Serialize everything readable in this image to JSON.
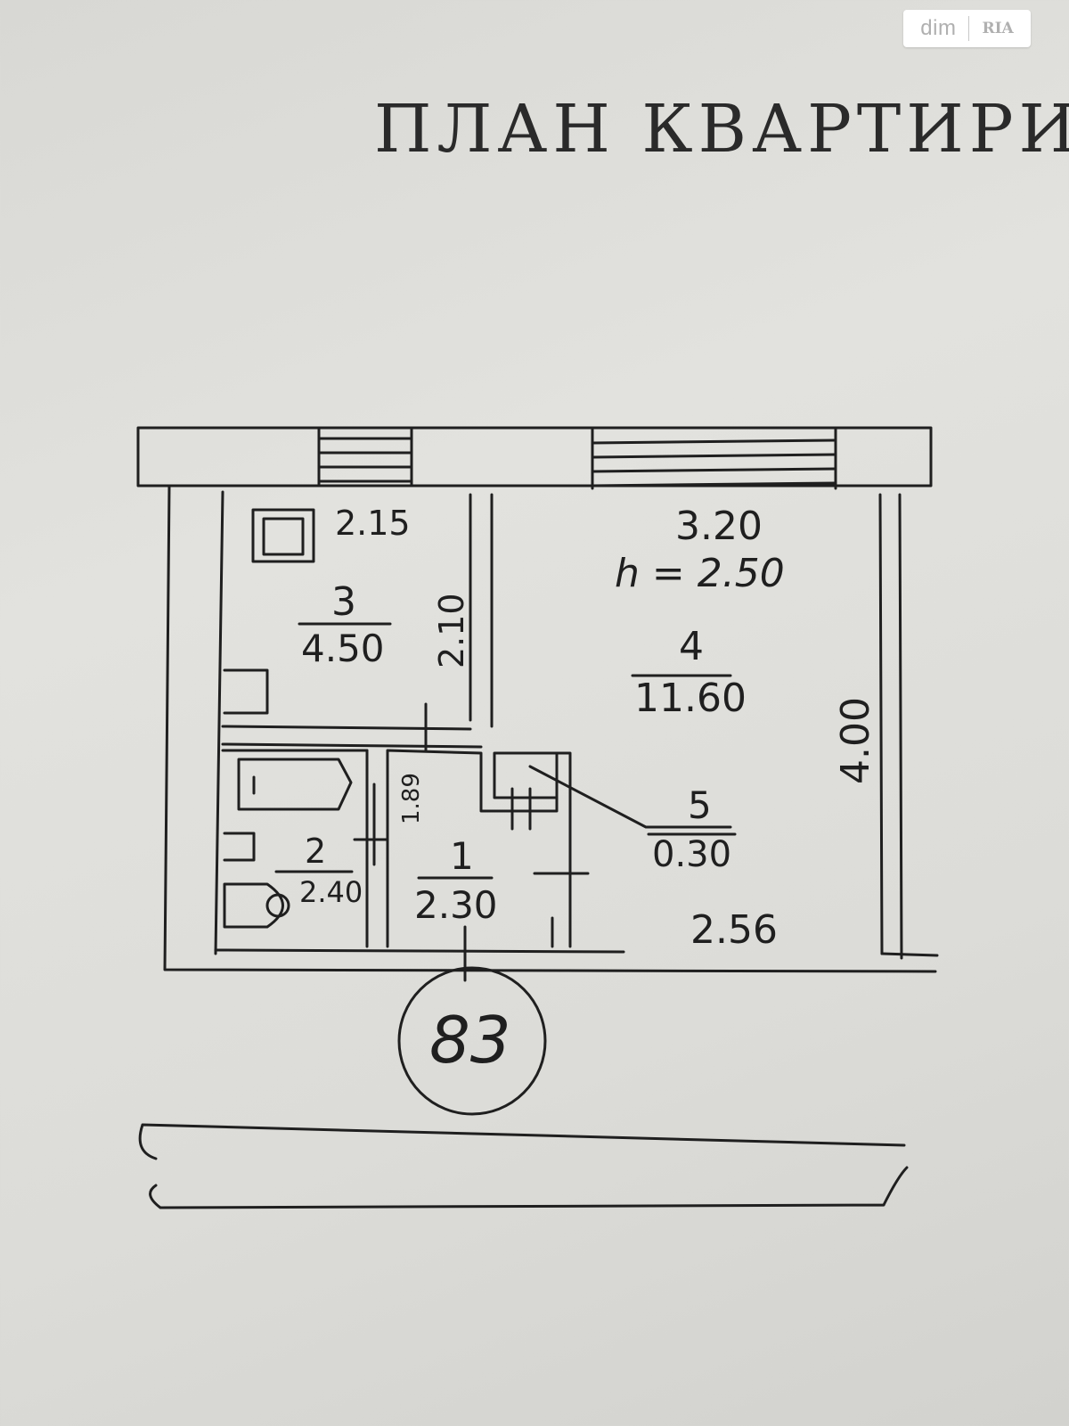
{
  "watermark": {
    "brand": "dim",
    "brand_suffix": "RIA"
  },
  "title": "ПЛАН КВАРТИРИ",
  "apartment_number": "83",
  "rooms": [
    {
      "number": "1",
      "area": "2.30"
    },
    {
      "number": "2",
      "area": "2.40"
    },
    {
      "number": "3",
      "area": "4.50"
    },
    {
      "number": "4",
      "area": "11.60"
    },
    {
      "number": "5",
      "area": "0.30"
    }
  ],
  "dimensions": {
    "kitchen_width": "2.15",
    "kitchen_depth": "2.10",
    "room_width": "3.20",
    "ceiling_height": "h = 2.50",
    "room_depth": "4.00",
    "room_bottom_width": "2.56",
    "bath_depth": "1.89"
  },
  "colors": {
    "ink": "#1f1f1f",
    "paper": "#dcdcd8"
  }
}
